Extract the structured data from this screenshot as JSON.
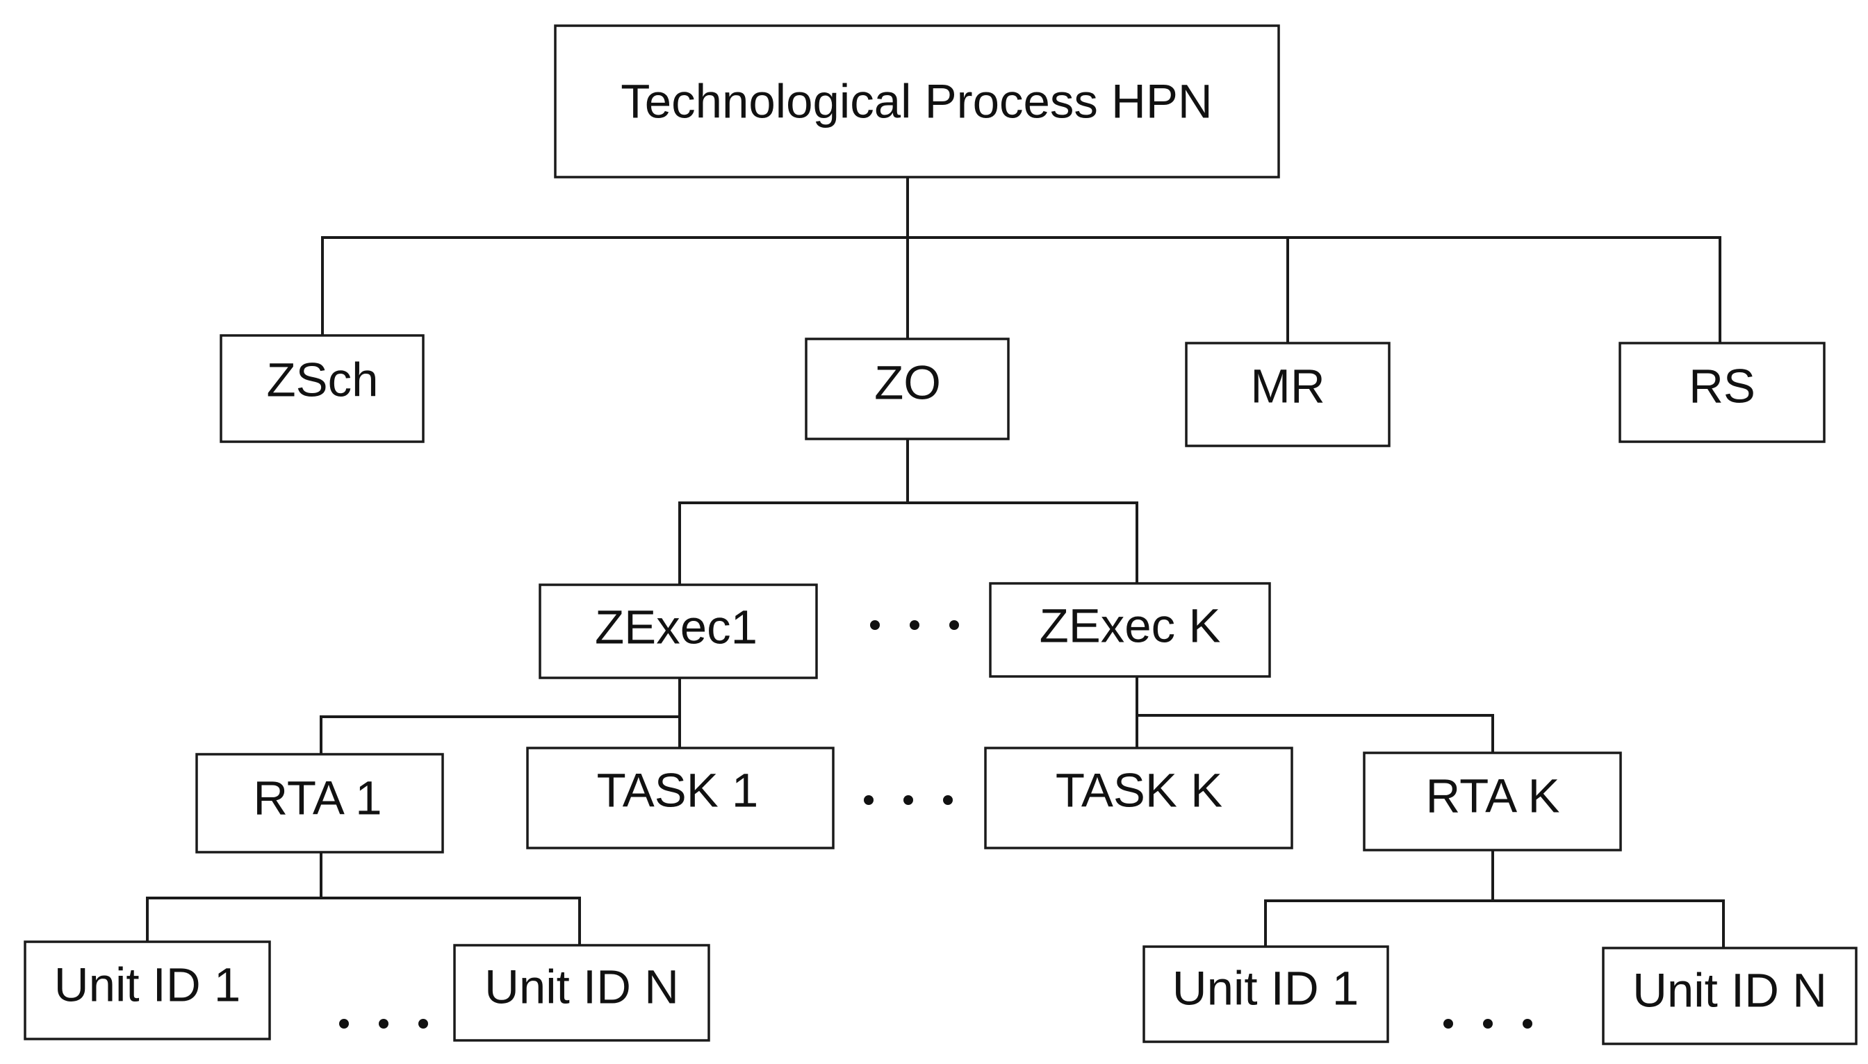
{
  "diagram": {
    "root": {
      "label": "Technological Process HPN"
    },
    "level1": {
      "zsch": {
        "label": "ZSch"
      },
      "zo": {
        "label": "ZO"
      },
      "mr": {
        "label": "MR"
      },
      "rs": {
        "label": "RS"
      }
    },
    "level2": {
      "zexec1": {
        "label": "ZExec1"
      },
      "zexec_k": {
        "label": "ZExec K"
      }
    },
    "level3": {
      "rta_1": {
        "label": "RTA 1"
      },
      "task_1": {
        "label": "TASK 1"
      },
      "task_k": {
        "label": "TASK K"
      },
      "rta_k": {
        "label": "RTA K"
      }
    },
    "level4": {
      "left_unit_1": {
        "label": "Unit ID 1"
      },
      "left_unit_n": {
        "label": "Unit ID N"
      },
      "right_unit_1": {
        "label": "Unit ID 1"
      },
      "right_unit_n": {
        "label": "Unit ID N"
      }
    }
  }
}
